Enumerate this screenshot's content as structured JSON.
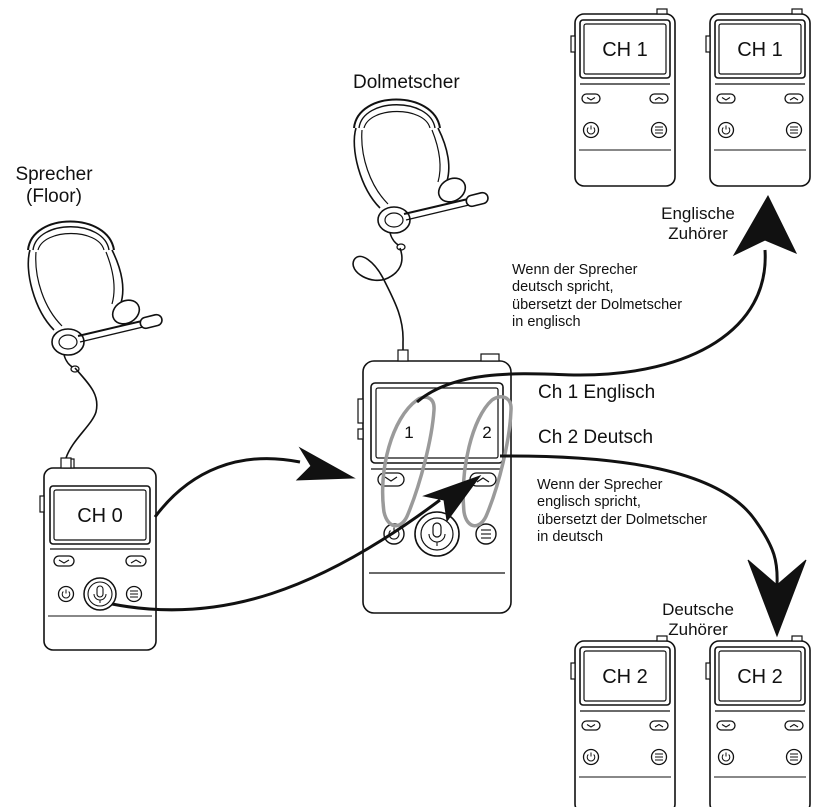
{
  "roles": {
    "speaker": "Sprecher",
    "speaker_sub": "(Floor)",
    "interpreter": "Dolmetscher"
  },
  "groups": {
    "english_listeners": "Englische\nZuhörer",
    "german_listeners": "Deutsche\nZuhörer"
  },
  "channels": {
    "ch1": "Ch 1 Englisch",
    "ch2": "Ch 2 Deutsch"
  },
  "notes": {
    "to_english": "Wenn der Sprecher\ndeutsch spricht,\nübersetzt der Dolmetscher\nin englisch",
    "to_german": "Wenn der Sprecher\nenglisch spricht,\nübersetzt der Dolmetscher\nin deutsch"
  },
  "screens": {
    "floor": "CH 0",
    "english_a": "CH 1",
    "english_b": "CH 1",
    "german_a": "CH 2",
    "german_b": "CH 2"
  },
  "interpreter_marks": {
    "left": "1",
    "right": "2"
  }
}
